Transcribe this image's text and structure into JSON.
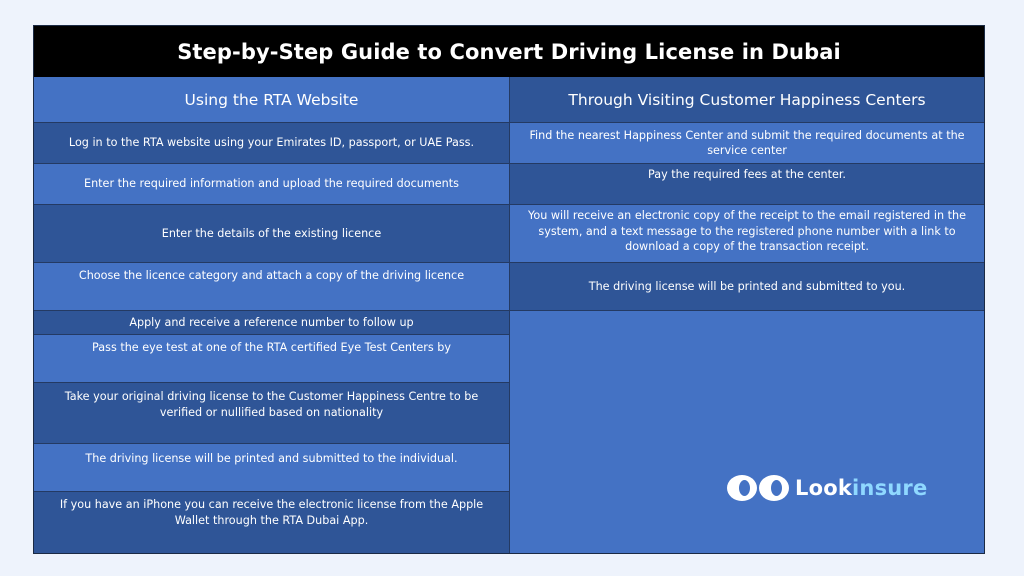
{
  "title": "Step-by-Step Guide to Convert Driving License in Dubai",
  "left_column": {
    "header": "Using the RTA Website",
    "steps": [
      "Log in to the RTA website using your Emirates ID, passport, or UAE Pass.",
      "Enter the required information and upload the required documents",
      "Enter the details of the existing licence",
      "Choose the licence category and attach a copy of the driving licence",
      "Apply and receive a reference number to follow up",
      "Pass the eye test at one of the RTA certified Eye Test Centers by",
      "Take your original driving license to the Customer Happiness Centre to be verified or nullified based on nationality",
      "The driving license will be printed and submitted to the individual.",
      "If you have an iPhone you can receive the electronic license from the Apple Wallet through the RTA Dubai App."
    ]
  },
  "right_column": {
    "header": "Through Visiting  Customer Happiness  Centers",
    "steps": [
      "Find the nearest Happiness Center and submit the required documents at the service center",
      "Pay the required fees at the center.",
      "You will receive an electronic copy of the receipt to the email registered in the system, and a text message to the registered phone number with a link to download a copy of the transaction receipt.",
      "The driving license will be printed and submitted to you."
    ]
  },
  "logo": {
    "text_part1": "Look",
    "text_part2": "insure"
  },
  "colors": {
    "background": "#eef3fc",
    "title_bar": "#000000",
    "cell_dark": "#2f5597",
    "cell_light": "#4472c4",
    "logo_accent": "#8fd8ff"
  }
}
